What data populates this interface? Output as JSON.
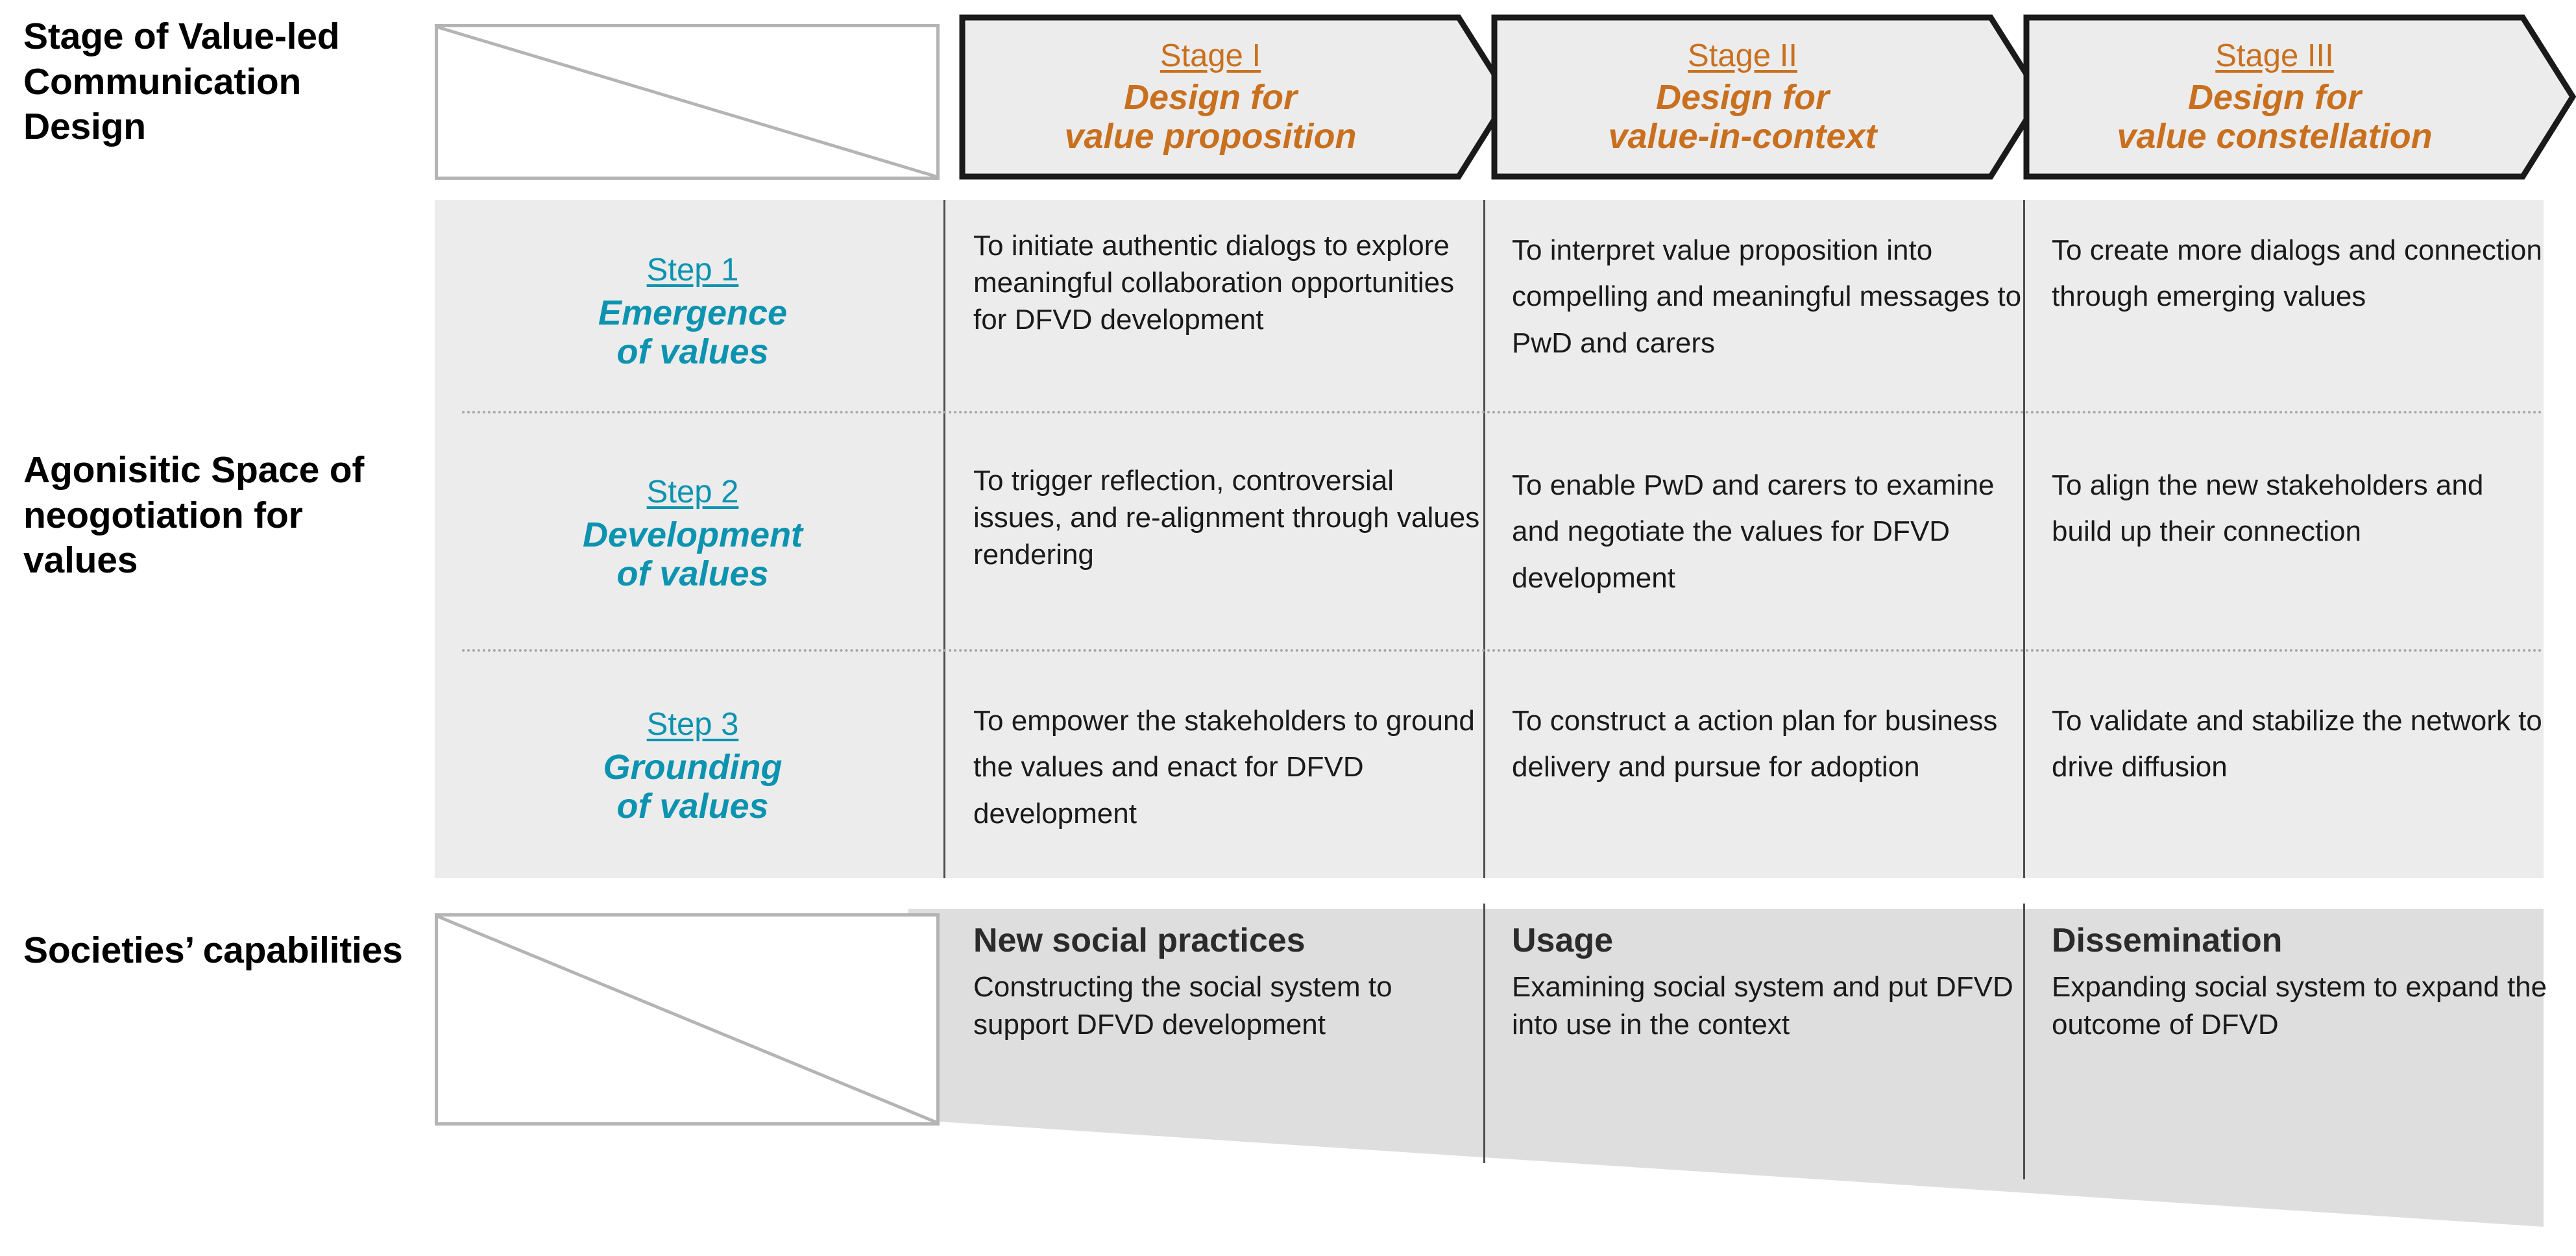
{
  "rows": {
    "stage_label": "Stage of Value-led Communication Design",
    "agonistic_label": "Agonisitic Space of neogotiation for values",
    "societies_label": "Societies’ capabilities"
  },
  "colors": {
    "stage_accent": "#c9701f",
    "step_accent": "#0b93b0",
    "band_background": "#ececec",
    "wedge_background": "#dedede",
    "divider": "#4d4d4d",
    "placeholder_border": "#b4b4b4"
  },
  "stages": [
    {
      "id": "stage-1",
      "number": "Stage I",
      "subtitle_line1": "Design for",
      "subtitle_line2": "value proposition"
    },
    {
      "id": "stage-2",
      "number": "Stage II",
      "subtitle_line1": "Design for",
      "subtitle_line2": "value-in-context"
    },
    {
      "id": "stage-3",
      "number": "Stage III",
      "subtitle_line1": "Design for",
      "subtitle_line2": "value constellation"
    }
  ],
  "steps": [
    {
      "id": "step-1",
      "number": "Step 1",
      "name_line1": "Emergence",
      "name_line2": "of values"
    },
    {
      "id": "step-2",
      "number": "Step 2",
      "name_line1": "Development",
      "name_line2": "of values"
    },
    {
      "id": "step-3",
      "number": "Step 3",
      "name_line1": "Grounding",
      "name_line2": "of values"
    }
  ],
  "matrix": {
    "row1": {
      "col1": "To initiate authentic dialogs to explore meaningful collaboration opportunities for DFVD development",
      "col2": "To interpret value proposition into compelling and meaningful messages to PwD and carers",
      "col3": "To create more dialogs and connection through emerging values"
    },
    "row2": {
      "col1": "To trigger reflection, controversial issues, and re-alignment through values rendering",
      "col2": "To enable PwD and carers to examine and negotiate the values for DFVD development",
      "col3": "To align the new stakeholders and build up their connection"
    },
    "row3": {
      "col1": "To empower the stakeholders to ground the values and enact for DFVD development",
      "col2": "To construct a action plan for business delivery and pursue for adoption",
      "col3": "To validate and stabilize the network to drive diffusion"
    }
  },
  "bottom": [
    {
      "id": "bottom-1",
      "title": "New social practices",
      "body": "Constructing the social system to support DFVD development"
    },
    {
      "id": "bottom-2",
      "title": "Usage",
      "body": "Examining social system and put DFVD into use in the context"
    },
    {
      "id": "bottom-3",
      "title": "Dissemination",
      "body": "Expanding social system to expand the outcome of DFVD"
    }
  ]
}
